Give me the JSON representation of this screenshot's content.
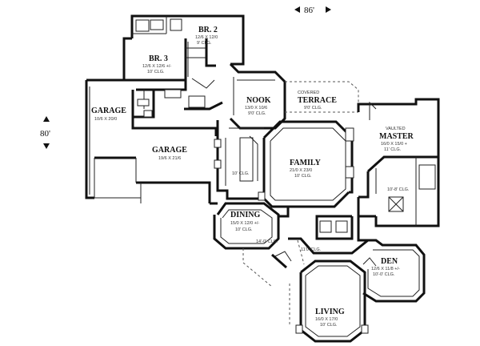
{
  "dimensions": {
    "width_label": "86'",
    "depth_label": "80'"
  },
  "rooms": {
    "br2": {
      "name": "BR. 2",
      "dims": "12/6 X 12/0",
      "ceiling": "9' CLG."
    },
    "br3": {
      "name": "BR. 3",
      "dims": "12/6 X 12/6 +/-",
      "ceiling": "10' CLG."
    },
    "garage1": {
      "name": "GARAGE",
      "dims": "10/6 X 20/0"
    },
    "garage2": {
      "name": "GARAGE",
      "dims": "19/6 X 21/6"
    },
    "nook": {
      "name": "NOOK",
      "dims": "13/0 X 10/6",
      "ceiling": "9'0' CLG."
    },
    "terrace": {
      "name": "TERRACE",
      "note": "COVERED",
      "ceiling": "9'0' CLG."
    },
    "family": {
      "name": "FAMILY",
      "dims": "21/0 X 23/0",
      "ceiling": "10' CLG."
    },
    "master": {
      "name": "MASTER",
      "note": "VAULTED",
      "dims": "16/0 X 15/0 +",
      "ceiling": "11' CLG."
    },
    "dining": {
      "name": "DINING",
      "dims": "15/0 X 12/0 +/-",
      "ceiling": "10' CLG."
    },
    "den": {
      "name": "DEN",
      "dims": "12/6 X 11/8 +/-",
      "ceiling": "10'-0' CLG."
    },
    "living": {
      "name": "LIVING",
      "dims": "16/0 X 17/0",
      "ceiling": "10' CLG."
    }
  },
  "misc_labels": {
    "kitchen_clg": "10' CLG.",
    "hall_clg": "14'-0' CLG.",
    "foyer_clg": "11'0' CLG.",
    "bath_clg": "10'-8' CLG."
  }
}
